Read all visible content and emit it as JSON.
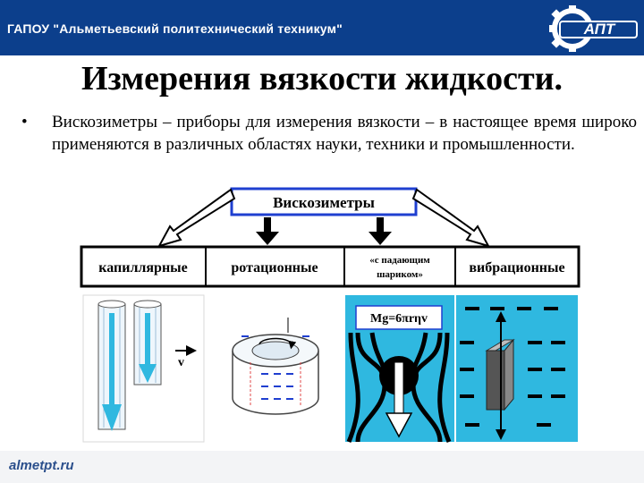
{
  "header": {
    "org": "ГАПОУ \"Альметьевский политехнический техникум\"",
    "logo_text": "АПТ",
    "logo_icon": "gear-logo-icon"
  },
  "slide": {
    "title": "Измерения вязкости жидкости.",
    "bullet_mark": "•",
    "bullet_text": "Вискозиметры – приборы для измерения вязкости – в настоящее время широко применяются в различных областях науки, техники и промышленности."
  },
  "diagram": {
    "root": "Вискозиметры",
    "types": {
      "capillary": "капиллярные",
      "rotational": "ротационные",
      "falling_ball_line1": "«с падающим",
      "falling_ball_line2": "шариком»",
      "vibration": "вибрационные"
    },
    "velocity_label": "v",
    "formula": "Mg=6πrηv",
    "colors": {
      "frame_blue": "#1f3fd0",
      "fluid_blue": "#3a8ee6",
      "light_blue": "#cfe8fb",
      "arrow_cyan": "#2fb8e0"
    }
  },
  "footer": {
    "site": "almetpt.ru"
  }
}
